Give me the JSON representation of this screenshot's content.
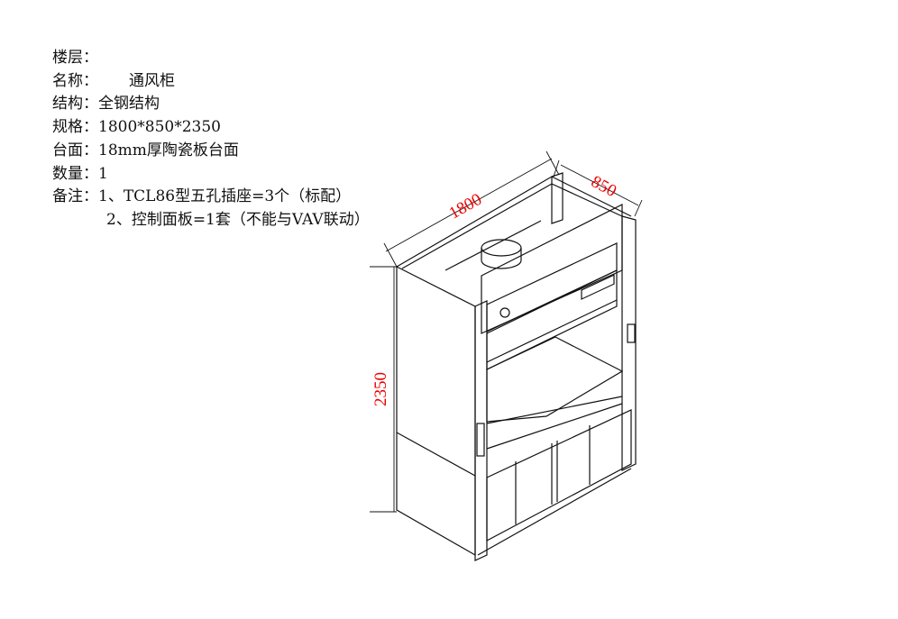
{
  "spec": {
    "floor_label": "楼层：",
    "name_label": "名称：",
    "name_value": "通风柜",
    "structure_label": "结构：",
    "structure_value": "全钢结构",
    "size_label": "规格：",
    "size_value": "1800*850*2350",
    "top_label": "台面：",
    "top_value": "18mm厚陶瓷板台面",
    "qty_label": "数量：",
    "qty_value": "1",
    "notes_label": "备注：",
    "notes": [
      "1、TCL86型五孔插座=3个（标配）",
      "2、控制面板=1套（不能与VAV联动）"
    ]
  },
  "dimensions": {
    "width": "1800",
    "depth": "850",
    "height": "2350"
  },
  "colors": {
    "dimension_text": "#e00000",
    "line": "#111111"
  }
}
